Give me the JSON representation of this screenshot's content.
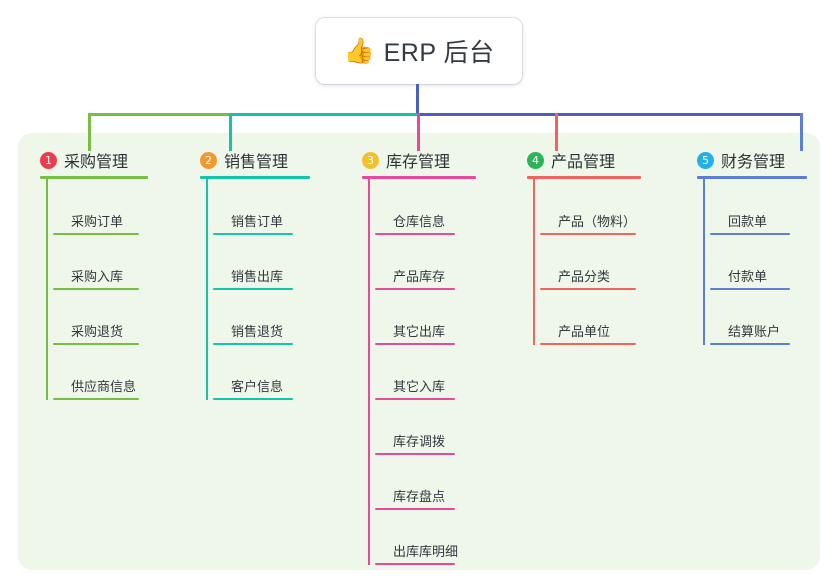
{
  "title": {
    "emoji": "👍",
    "emoji_name": "thumbs-up-icon",
    "text": "ERP 后台"
  },
  "colors": {
    "panel_background": "#eef7e9",
    "page_background": "#ffffff",
    "title_text": "#343a42",
    "trunk_line": "#4a5ec4",
    "bus_left": "#76bf43",
    "bus_mid": "#14c4ab",
    "bus_right": "#4a5ec4"
  },
  "columns": [
    {
      "index": "1",
      "title": "采购管理",
      "badge_color": "#ef3b4e",
      "line_color": "#76bf43",
      "items": [
        "采购订单",
        "采购入库",
        "采购退货",
        "供应商信息"
      ]
    },
    {
      "index": "2",
      "title": "销售管理",
      "badge_color": "#f2992e",
      "line_color": "#14c4ab",
      "items": [
        "销售订单",
        "销售出库",
        "销售退货",
        "客户信息"
      ]
    },
    {
      "index": "3",
      "title": "库存管理",
      "badge_color": "#f2c12e",
      "line_color": "#e8499a",
      "items": [
        "仓库信息",
        "产品库存",
        "其它出库",
        "其它入库",
        "库存调拨",
        "库存盘点",
        "出库库明细"
      ]
    },
    {
      "index": "4",
      "title": "产品管理",
      "badge_color": "#2bb558",
      "line_color": "#f2635e",
      "items": [
        "产品（物料）",
        "产品分类",
        "产品单位"
      ]
    },
    {
      "index": "5",
      "title": "财务管理",
      "badge_color": "#23b0e8",
      "line_color": "#5a7fd4",
      "items": [
        "回款单",
        "付款单",
        "结算账户"
      ]
    }
  ]
}
